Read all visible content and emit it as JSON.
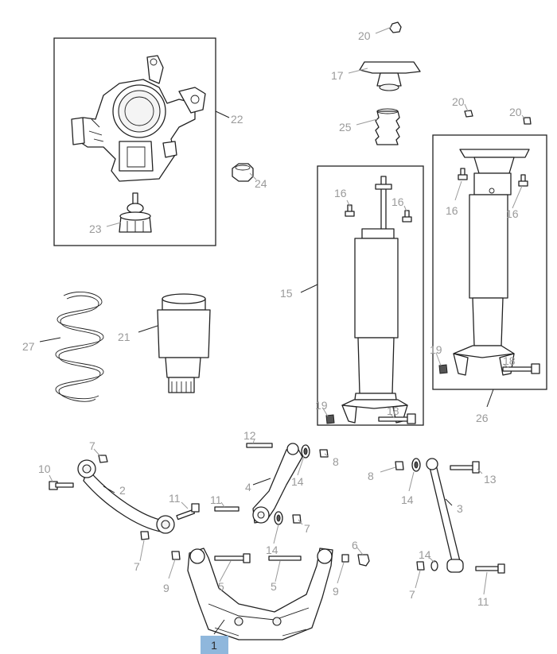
{
  "diagram": {
    "highlight_color": "#8fb7dc",
    "callouts": {
      "c1": "1",
      "c2": "2",
      "c3": "3",
      "c4": "4",
      "c5a": "5",
      "c5b": "5",
      "c6": "6",
      "c7a": "7",
      "c7b": "7",
      "c7c": "7",
      "c7d": "7",
      "c8a": "8",
      "c8b": "8",
      "c9a": "9",
      "c9b": "9",
      "c10": "10",
      "c11a": "11",
      "c11b": "11",
      "c11c": "11",
      "c12": "12",
      "c13": "13",
      "c14a": "14",
      "c14b": "14",
      "c14c": "14",
      "c14d": "14",
      "c15": "15",
      "c16a": "16",
      "c16b": "16",
      "c16c": "16",
      "c16d": "16",
      "c17": "17",
      "c18a": "18",
      "c18b": "18",
      "c19a": "19",
      "c19b": "19",
      "c20a": "20",
      "c20b": "20",
      "c20c": "20",
      "c21": "21",
      "c22": "22",
      "c23": "23",
      "c24": "24",
      "c25": "25",
      "c26": "26",
      "c27": "27"
    }
  }
}
